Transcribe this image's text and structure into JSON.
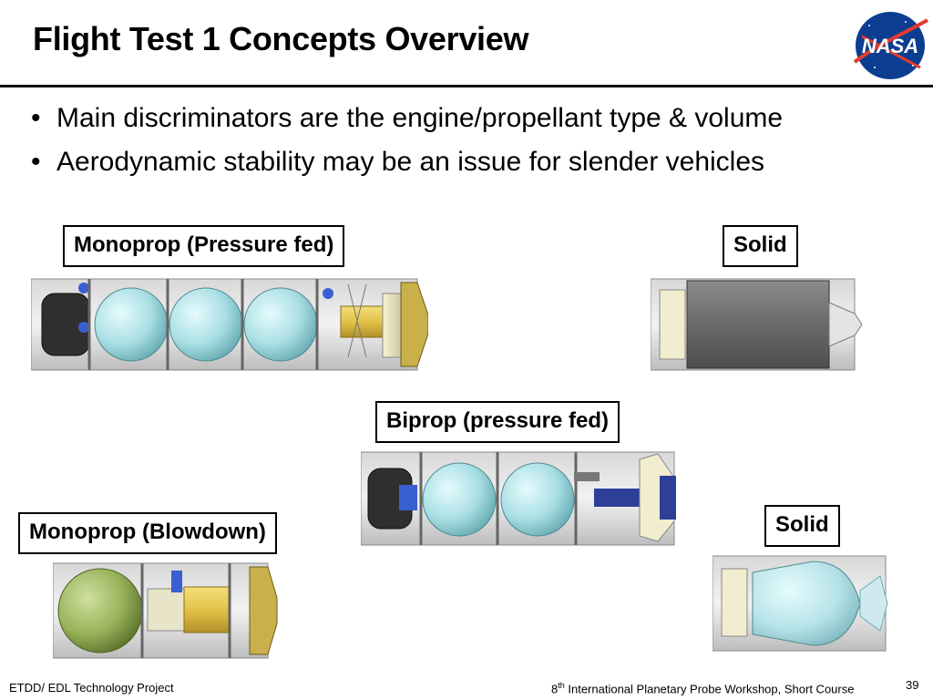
{
  "slide": {
    "title": "Flight Test 1 Concepts Overview",
    "bullets": [
      "Main discriminators are the engine/propellant type & volume",
      "Aerodynamic stability may be an issue for slender vehicles"
    ]
  },
  "labels": {
    "mono_pressure": "Monoprop (Pressure fed)",
    "solid_top": "Solid",
    "biprop": "Biprop (pressure fed)",
    "mono_blowdown": "Monoprop (Blowdown)",
    "solid_bottom": "Solid"
  },
  "logo": {
    "text": "NASA"
  },
  "footer": {
    "left": "ETDD/ EDL Technology Project",
    "right_sup": "th",
    "right_num": "8",
    "right_text": " International Planetary Probe Workshop, Short Course",
    "page": "39"
  }
}
